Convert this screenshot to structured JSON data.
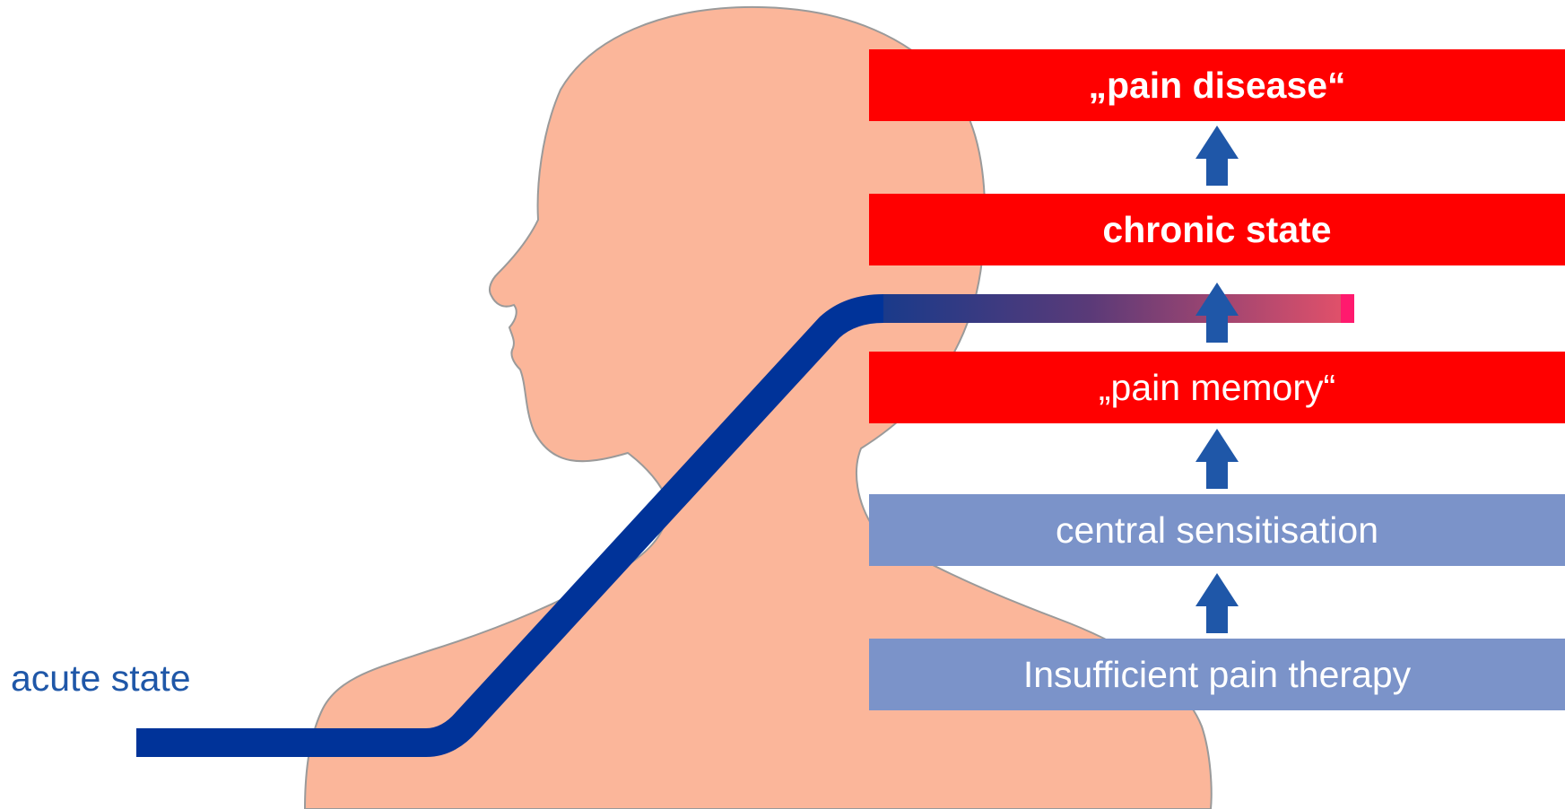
{
  "diagram": {
    "states": {
      "pain_disease": "„pain disease“",
      "chronic_state": "chronic state",
      "pain_memory": "„pain memory“",
      "central_sensitisation": "central sensitisation",
      "insufficient_pain_therapy": "Insufficient pain therapy"
    },
    "acute_label": "acute state",
    "colors": {
      "head_fill": "#fbb69a",
      "head_outline": "#9a9a9a",
      "red_box": "#ff0000",
      "blue_box": "#7b93c9",
      "arrow": "#1f57a8",
      "path_line": "#003399",
      "path_fade_end": "#e0506a",
      "path_tip": "#ff1a6e",
      "acute_text": "#1f57a8"
    },
    "icons": [
      "up-arrow-icon"
    ]
  }
}
